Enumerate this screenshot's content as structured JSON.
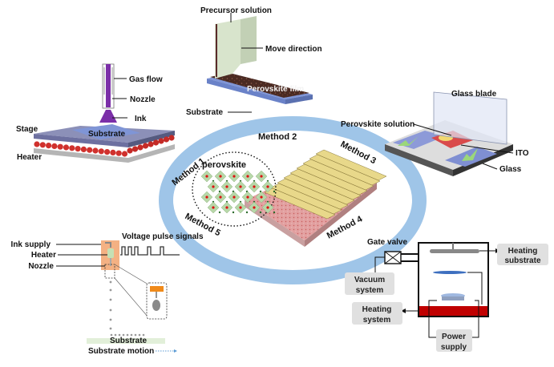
{
  "colors": {
    "ring": "#9fc5e8",
    "substrate_blue": "#7f95d6",
    "heater_red": "#d0312d",
    "ink_purple": "#7b2fa8",
    "perovskite_film": "#4a2a22",
    "blade_green": "#d8e4cc",
    "ito_red": "#d94b4b",
    "arrow_green": "#9bd77a",
    "nozzle_orange": "#f4b183",
    "heater_green": "#c5e0b4",
    "electrode_gold": "#e8d88a",
    "vacuum_red": "#c00000",
    "label_box_gray": "#e0e0e0"
  },
  "center": {
    "crystal_label": "perovskite",
    "methods": [
      "Method 1",
      "Method 2",
      "Method 3",
      "Method 4",
      "Method 5"
    ]
  },
  "method1": {
    "labels": {
      "gas_flow": "Gas flow",
      "nozzle": "Nozzle",
      "ink": "Ink",
      "stage": "Stage",
      "substrate": "Substrate",
      "heater": "Heater"
    }
  },
  "method2": {
    "labels": {
      "precursor": "Precursor solution",
      "move": "Move direction",
      "film": "Perovskite film",
      "substrate": "Substrate"
    }
  },
  "method3": {
    "labels": {
      "blade": "Glass blade",
      "solution": "Perovskite solution",
      "ito": "ITO",
      "glass": "Glass"
    }
  },
  "method4": {
    "labels": {
      "gate_valve": "Gate valve",
      "vacuum_1": "Vacuum",
      "vacuum_2": "system",
      "heating_sub_1": "Heating",
      "heating_sub_2": "substrate",
      "heating_sys_1": "Heating",
      "heating_sys_2": "system",
      "power_1": "Power",
      "power_2": "supply"
    }
  },
  "method5": {
    "labels": {
      "ink_supply": "Ink supply",
      "heater": "Heater",
      "nozzle": "Nozzle",
      "voltage": "Voltage pulse signals",
      "substrate": "Substrate",
      "motion": "Substrate motion"
    }
  }
}
